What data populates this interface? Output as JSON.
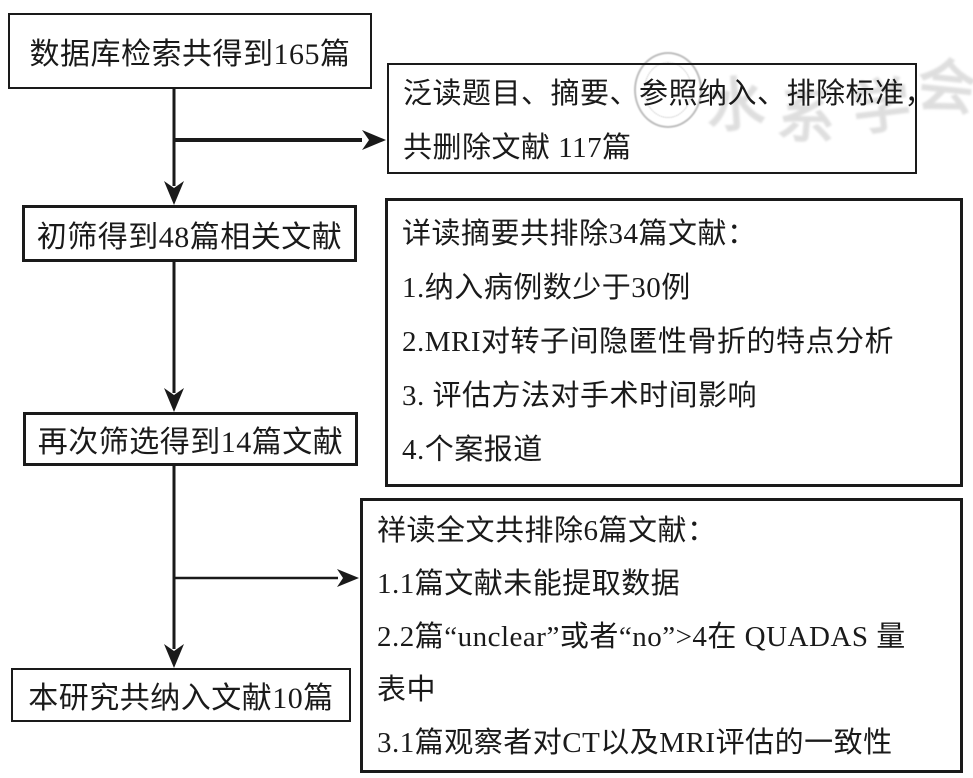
{
  "colors": {
    "background": "#ffffff",
    "border": "#1a1a1a",
    "text": "#1a1a1a",
    "watermark": "#6e6e6e"
  },
  "left_boxes": [
    {
      "id": "db-search",
      "text": "数据库检索共得到165篇"
    },
    {
      "id": "initial-screen",
      "text": "初筛得到48篇相关文献"
    },
    {
      "id": "second-screen",
      "text": "再次筛选得到14篇文献"
    },
    {
      "id": "included",
      "text": "本研究共纳入文献10篇"
    }
  ],
  "right_boxes": [
    {
      "id": "exclusion-skim",
      "lines": [
        "泛读题目、摘要、参照纳入、排除标准，",
        "共删除文献 117篇"
      ]
    },
    {
      "id": "exclusion-abstract",
      "lines": [
        "详读摘要共排除34篇文献：",
        "1.纳入病例数少于30例",
        "2.MRI对转子间隐匿性骨折的特点分析",
        "3. 评估方法对手术时间影响",
        "4.个案报道"
      ]
    },
    {
      "id": "exclusion-fulltext",
      "lines": [
        "祥读全文共排除6篇文献：",
        "1.1篇文献未能提取数据",
        "2.2篇“unclear”或者“no”>4在 QUADAS 量",
        "表中",
        "3.1篇观察者对CT以及MRI评估的一致性"
      ]
    }
  ],
  "connections": [
    {
      "from": "db-search",
      "to": "initial-screen",
      "direction": "down"
    },
    {
      "from": "db-search",
      "to": "exclusion-skim",
      "direction": "right"
    },
    {
      "from": "initial-screen",
      "to": "second-screen",
      "direction": "down"
    },
    {
      "from": "second-screen",
      "to": "included",
      "direction": "down"
    },
    {
      "from": "second-screen",
      "to": "exclusion-fulltext",
      "direction": "right"
    }
  ],
  "watermark": {
    "glyphs": [
      "水",
      "系",
      "学",
      "会"
    ]
  }
}
